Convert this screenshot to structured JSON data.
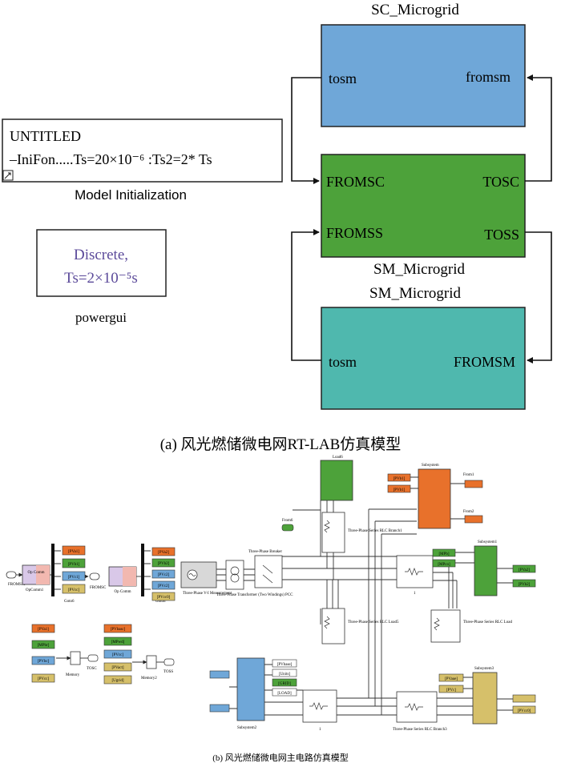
{
  "top": {
    "sc_title": "SC_Microgrid",
    "sc_port_in": "tosm",
    "sc_port_out": "fromsm",
    "init_line1": "UNTITLED",
    "init_line2": "–IniFon.....Ts=20×10⁻⁶ :Ts2=2* Ts",
    "init_caption": "Model Initialization",
    "pg_line1": "Discrete,",
    "pg_line2": "Ts=2×10⁻⁵s",
    "pg_caption": "powergui",
    "master_port_in1": "FROMSC",
    "master_port_out1": "TOSC",
    "master_port_in2": "FROMSS",
    "master_port_out2": "TOSS",
    "master_caption": "SM_Microgrid",
    "sm_title": "SM_Microgrid",
    "sm_port_in": "tosm",
    "sm_port_out": "FROMSM",
    "caption_a": "(a) 风光燃储微电网RT-LAB仿真模型"
  },
  "bottom": {
    "caption_b": "(b) 风光燃储微电网主电路仿真模型",
    "labels": {
      "fromsm": "FROMSM",
      "opcomm1": "OpComm1",
      "goto6": "Goto6",
      "fromsc": "FROMSC",
      "opcomm": "Op Comm",
      "goto8": "Goto8",
      "meas": "Three-Phase V-I Measurement",
      "pcc": "Three-Phase Transformer (Two Windings) PCC",
      "breaker": "Three-Phase Breaker",
      "rlc1": "Three-Phase Series RLC Branch1",
      "rlc5": "Three-Phase Series RLC Load5",
      "rlc_load": "Three-Phase Series RLC Load",
      "line1": "1",
      "line2": "1",
      "subsys1": "Subsystem1",
      "subsys2": "Subsystem2",
      "subsys3": "Subsystem3",
      "memory": "Memory",
      "memory2": "Memory2",
      "tosc": "TOSC",
      "toss": "TOSS",
      "rlc_branch3": "Three-Phase Series RLC Branch3",
      "load6": "Load6"
    },
    "tags_left": [
      "[PVa1]",
      "[PVb1]",
      "[PVc1]",
      "[PVcc]"
    ],
    "tags_mid": [
      "[PVa2]",
      "[PVb2]",
      "[PVc2]",
      "[PVc2]",
      "[PVcc0]"
    ],
    "tags_mem1": [
      "[PVa1]",
      "[MPbr]",
      "[PVbc]",
      "[PVcc]"
    ],
    "tags_mem2": [
      "[PVbasc]",
      "[MPwd]",
      "[PVcc]",
      "[PVact]",
      "[Ugrid]"
    ],
    "tags_orange_top": [
      "[PVb1]",
      "[PVb1]"
    ],
    "tags_sub1_out": [
      "[PVa2]",
      "[PVb2]"
    ],
    "tags_sub_right": [
      "[MPb]",
      "[MPco]"
    ],
    "tags_sub2": [
      "[PVbase]",
      "[Units]",
      "[GRID]",
      "[LOAD]"
    ],
    "tags_sub3": [
      "[PVaue]",
      "[PVc]",
      "[PVcc0]"
    ]
  }
}
